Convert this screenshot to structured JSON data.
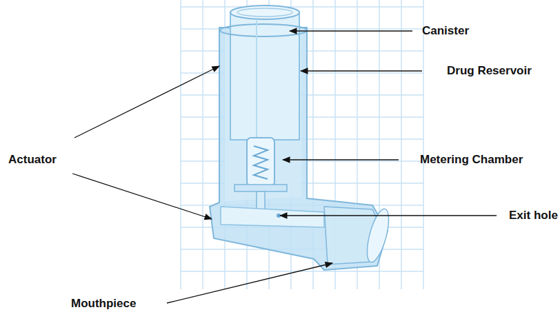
{
  "diagram": {
    "labels": [
      "Canister",
      "Drug Reservoir",
      "Actuator",
      "Metering Chamber",
      "Exit hole",
      "Mouthpiece"
    ]
  }
}
